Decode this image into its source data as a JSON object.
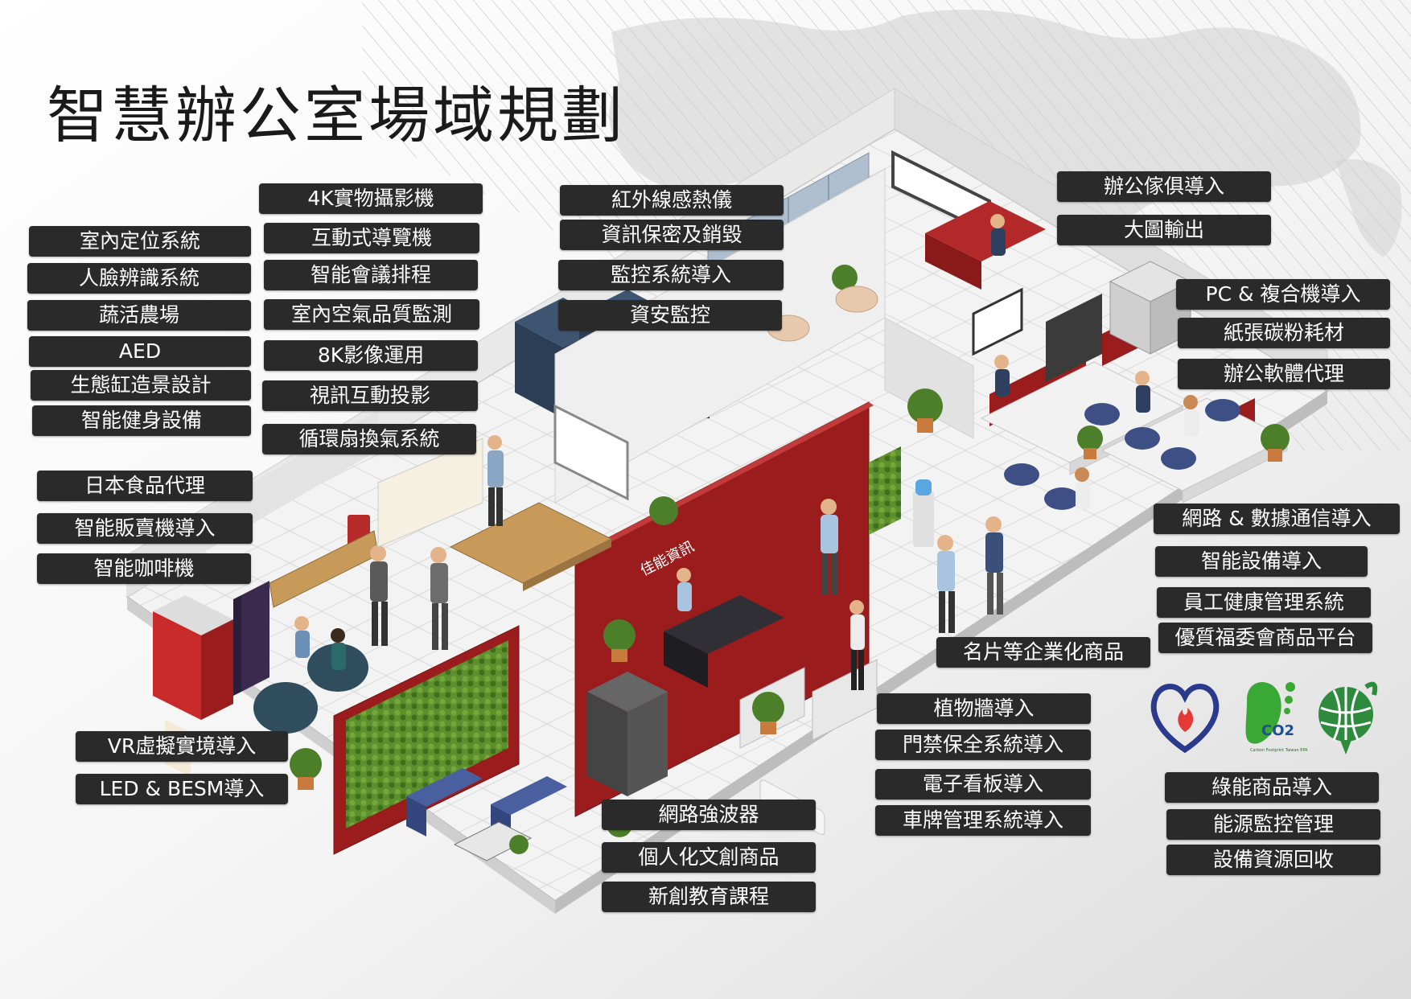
{
  "title": "智慧辦公室場域規劃",
  "colors": {
    "label_bg": "#2b2a2a",
    "label_text": "#ffffff",
    "accent_red": "#9b1c1c",
    "floor": "#f2f2f2",
    "wall": "#e6e6e6"
  },
  "labels": {
    "indoor_positioning": "室內定位系統",
    "face_recognition": "人臉辨識系統",
    "veg_farm": "蔬活農場",
    "aed": "AED",
    "eco_tank": "生態缸造景設計",
    "smart_fitness": "智能健身設備",
    "japan_food": "日本食品代理",
    "smart_vending": "智能販賣機導入",
    "smart_coffee": "智能咖啡機",
    "vr": "VR虛擬實境導入",
    "led_besm": "LED & BESM導入",
    "doc_camera_4k": "4K實物攝影機",
    "interactive_guide": "互動式導覽機",
    "smart_meeting": "智能會議排程",
    "air_quality": "室內空氣品質監測",
    "video_8k": "8K影像運用",
    "video_projection": "視訊互動投影",
    "ventilation_fan": "循環扇換氣系統",
    "ir_thermal": "紅外線感熱儀",
    "info_security_destroy": "資訊保密及銷毀",
    "surveillance": "監控系統導入",
    "cyber_security": "資安監控",
    "office_furniture": "辦公傢俱導入",
    "large_print": "大圖輸出",
    "pc_mfp": "PC & 複合機導入",
    "paper_toner": "紙張碳粉耗材",
    "office_software": "辦公軟體代理",
    "network_comm": "網路 & 數據通信導入",
    "smart_devices": "智能設備導入",
    "employee_health": "員工健康管理系統",
    "welfare_platform": "優質福委會商品平台",
    "business_cards": "名片等企業化商品",
    "plant_wall": "植物牆導入",
    "access_control": "門禁保全系統導入",
    "digital_signage": "電子看板導入",
    "plate_recognition": "車牌管理系統導入",
    "wifi_extender": "網路強波器",
    "personal_creative": "個人化文創商品",
    "startup_course": "新創教育課程",
    "green_products": "綠能商品導入",
    "energy_monitoring": "能源監控管理",
    "resource_recycling": "設備資源回收"
  },
  "scene": {
    "company_sign": "佳能資訊",
    "co2_logo": "CO2",
    "carbon_footprint_text": "Carbon Footprint Taiwan EPA"
  }
}
